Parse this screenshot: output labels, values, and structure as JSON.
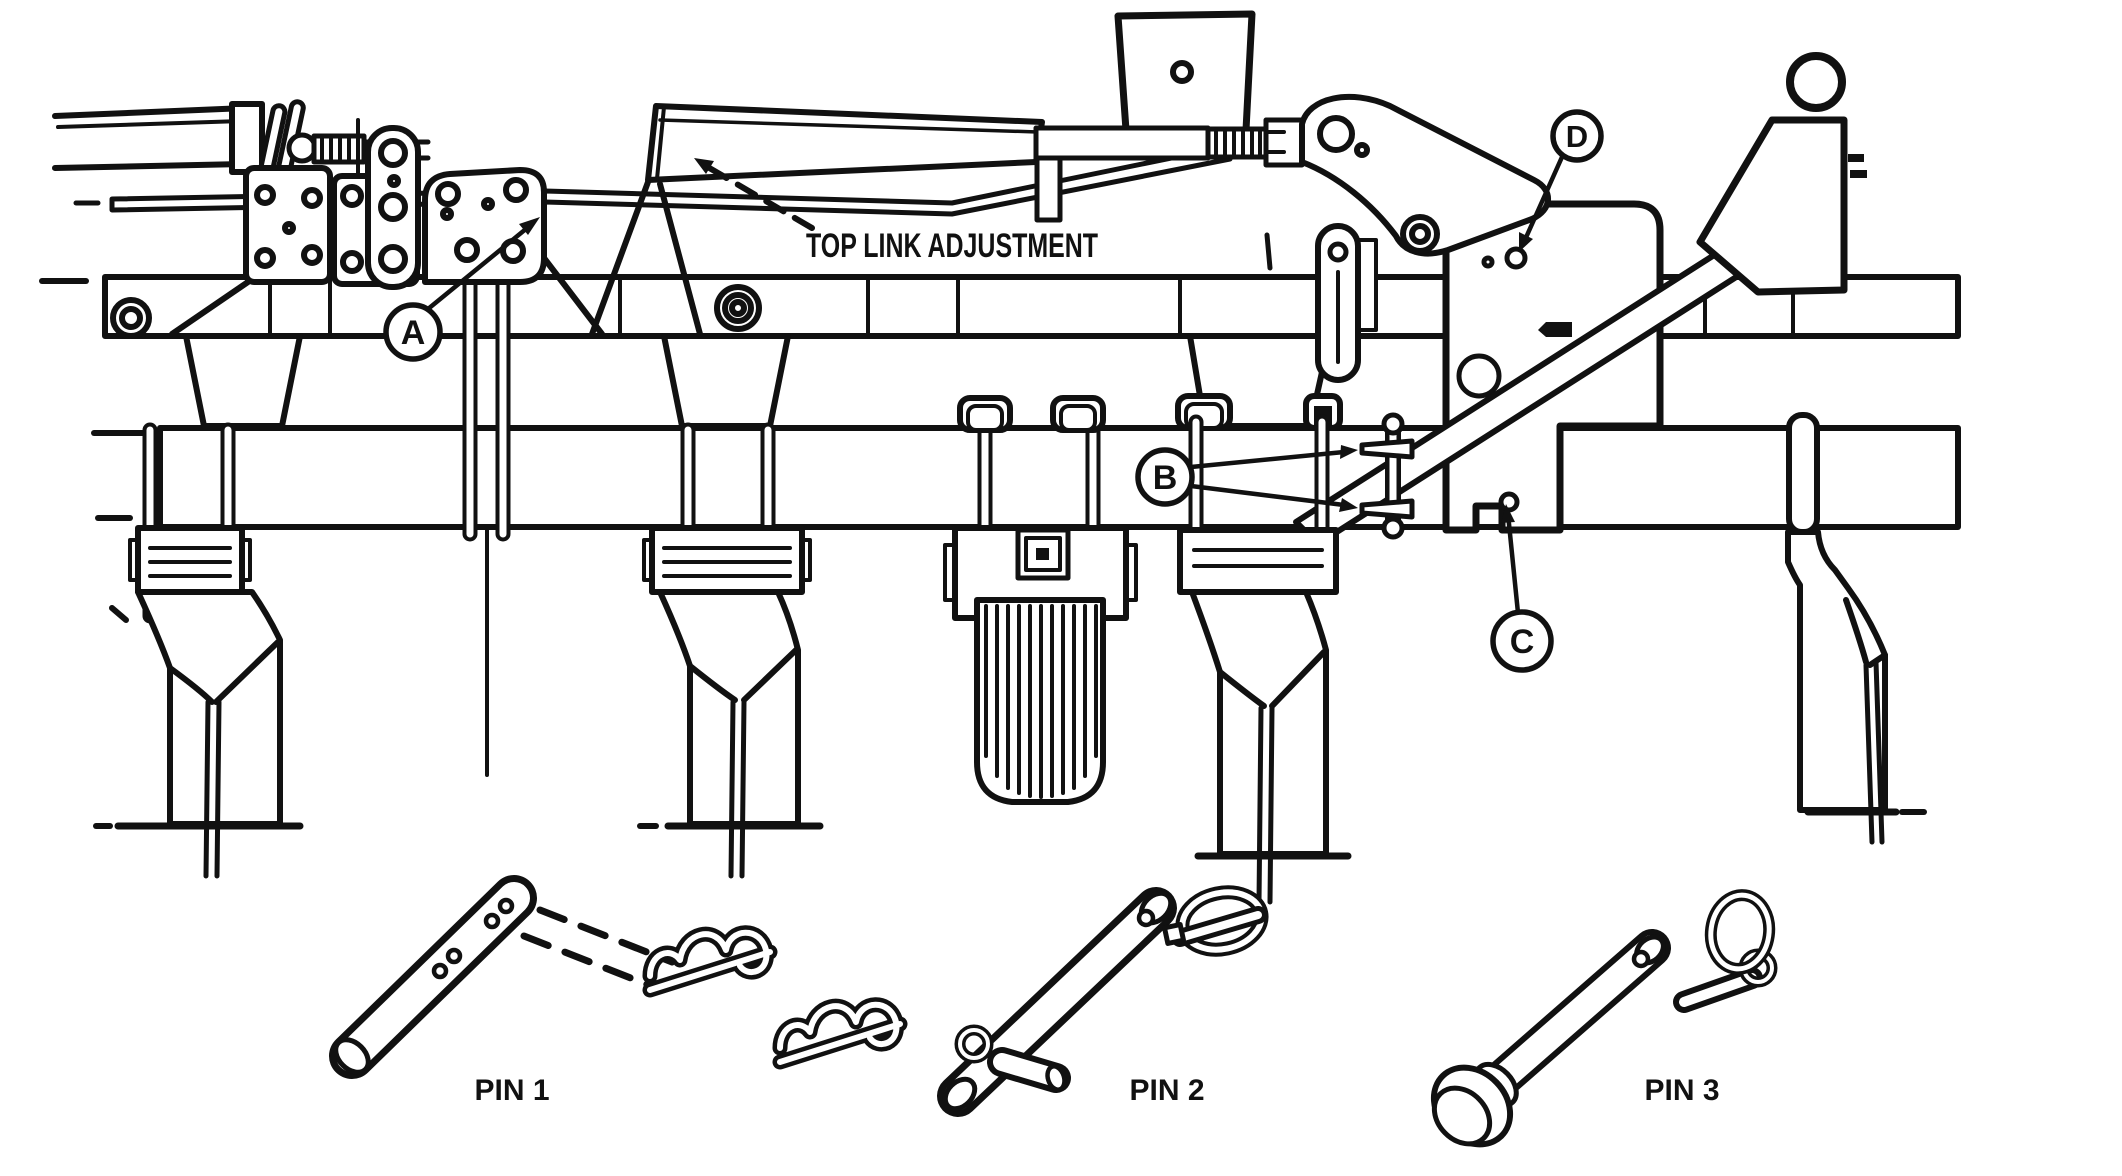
{
  "diagram": {
    "background_color": "#ffffff",
    "line_color": "#111111",
    "top_link_label": "TOP LINK ADJUSTMENT",
    "callouts": [
      {
        "letter": "A"
      },
      {
        "letter": "B"
      },
      {
        "letter": "C"
      },
      {
        "letter": "D"
      }
    ],
    "pins": [
      {
        "label": "PIN 1"
      },
      {
        "label": "PIN 2"
      },
      {
        "label": "PIN 3"
      }
    ]
  }
}
